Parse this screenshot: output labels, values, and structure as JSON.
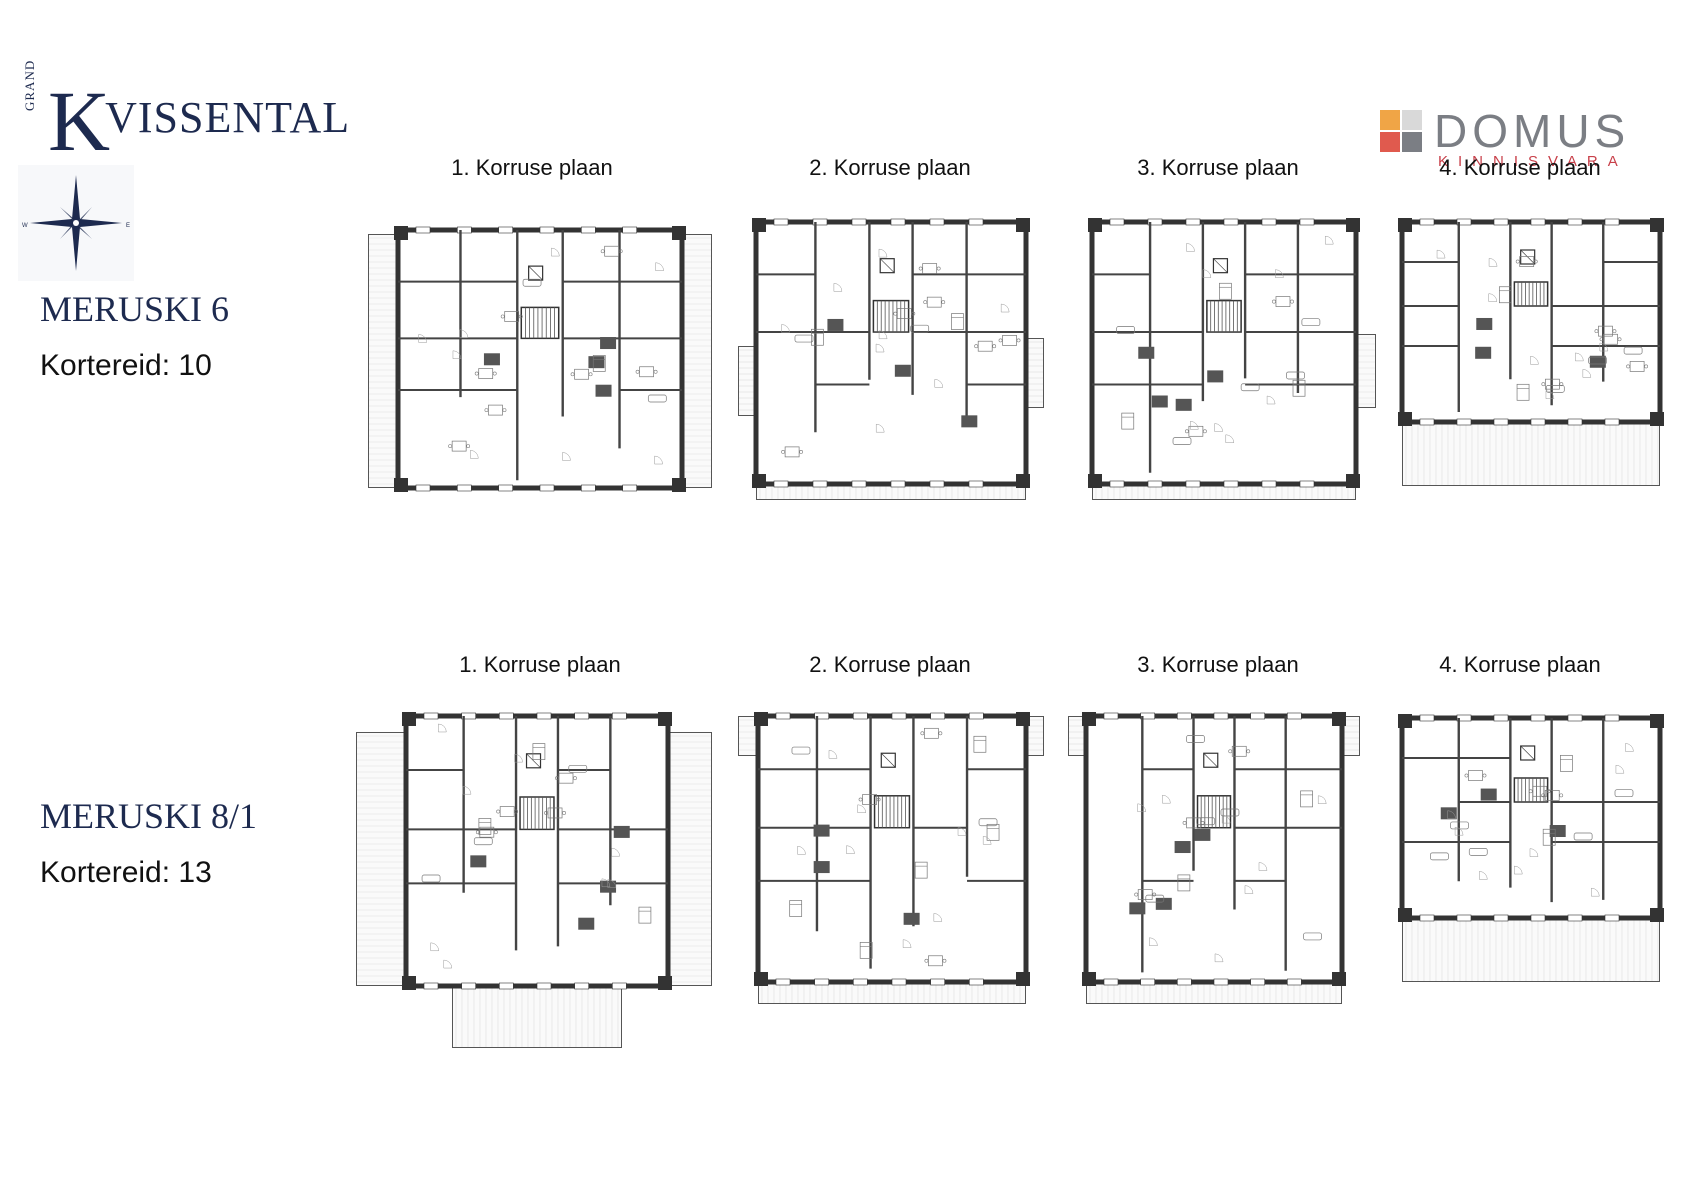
{
  "brand": {
    "grand": "GRAND",
    "name_first": "K",
    "name_rest": "VISSENTAL",
    "color": "#1d2a4f"
  },
  "agency": {
    "name": "DOMUS",
    "tagline": "KINNISVARA",
    "colors": [
      "#f0a546",
      "#d9d9d9",
      "#e05a4e",
      "#7b7e84"
    ]
  },
  "compass": {
    "label_w": "W",
    "label_e": "E",
    "icon": "compass-rose-icon"
  },
  "buildings": [
    {
      "name": "MERUSKI 6",
      "count": "Kortereid: 10",
      "floors": [
        "1. Korruse plaan",
        "2. Korruse plaan",
        "3. Korruse plaan",
        "4. Korruse plaan"
      ]
    },
    {
      "name": "MERUSKI 8/1",
      "count": "Kortereid: 13",
      "floors": [
        "1. Korruse plaan",
        "2. Korruse plaan",
        "3. Korruse plaan",
        "4. Korruse plaan"
      ]
    }
  ]
}
